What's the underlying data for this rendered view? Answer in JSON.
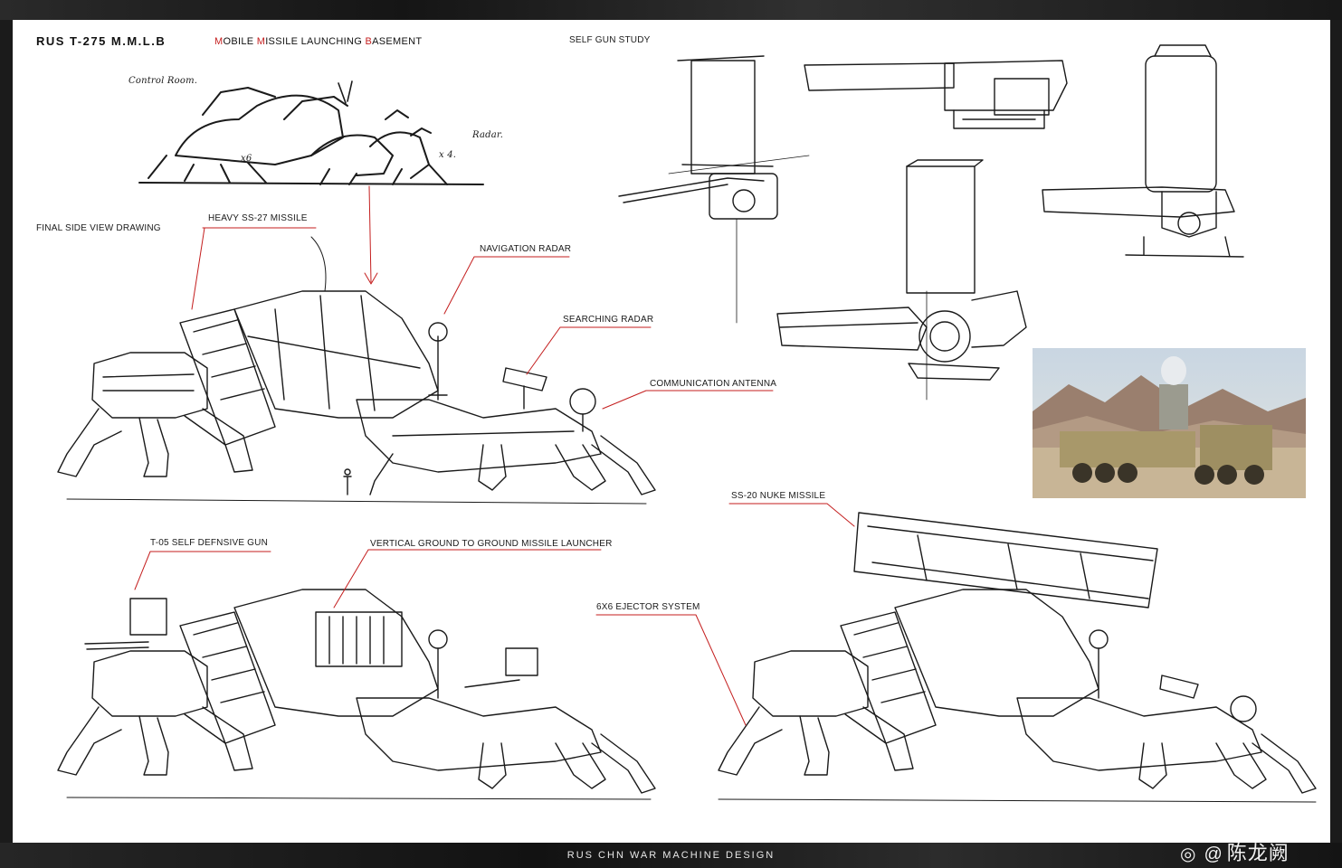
{
  "title": "RUS T-275 M.M.L.B",
  "subtitle": {
    "parts": [
      {
        "text": "M",
        "red": true
      },
      {
        "text": "OBILE ",
        "red": false
      },
      {
        "text": "M",
        "red": true
      },
      {
        "text": "ISSILE ",
        "red": false
      },
      {
        "text": "L",
        "red": false
      },
      {
        "text": "AUNCHING ",
        "red": false
      },
      {
        "text": "B",
        "red": true
      },
      {
        "text": "ASEMENT",
        "red": false
      }
    ]
  },
  "labels": {
    "self_gun_study": "SELF GUN STUDY",
    "final_side_view": "FINAL SIDE VIEW DRAWING",
    "heavy_missile": "HEAVY SS-27 MISSILE",
    "navigation_radar": "NAVIGATION RADAR",
    "searching_radar": "SEARCHING RADAR",
    "communication_antenna": "COMMUNICATION ANTENNA",
    "self_defensive_gun": "T-05 SELF DEFNSIVE GUN",
    "vertical_launcher": "VERTICAL GROUND TO GROUND MISSILE LAUNCHER",
    "nuke_missile": "SS-20 NUKE MISSILE",
    "ejector_system": "6X6 EJECTOR SYSTEM"
  },
  "sketch_notes": {
    "control_room": "Control Room.",
    "radar": "Radar.",
    "x6": "x6",
    "x4": "x 4."
  },
  "footer": "RUS CHN WAR MACHINE DESIGN",
  "watermark": {
    "handle": "陈龙阙"
  },
  "colors": {
    "accent_red": "#c41e1e",
    "ink": "#1a1a1a",
    "paper": "#ffffff",
    "frame": "#1b1b1b"
  }
}
